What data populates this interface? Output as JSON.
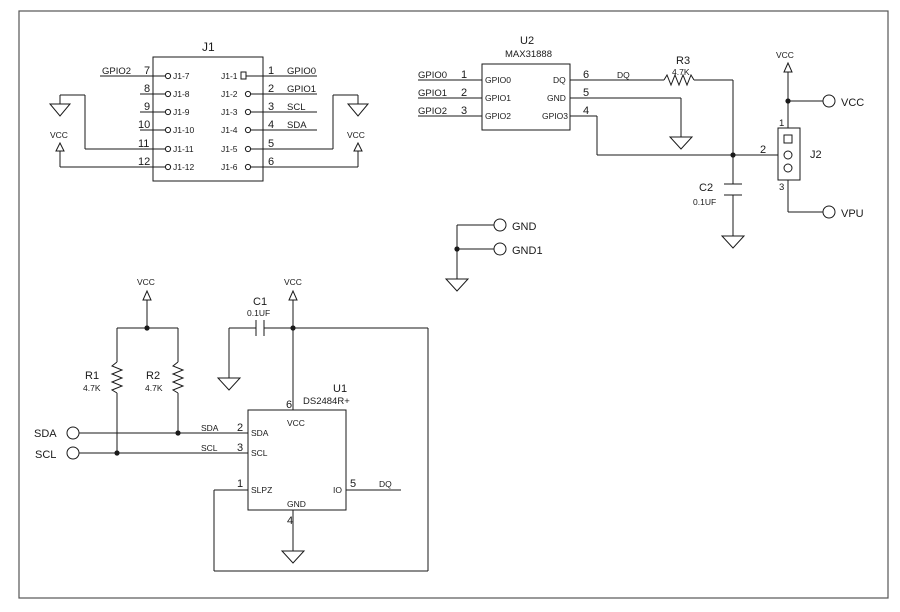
{
  "j1": {
    "ref": "J1",
    "left_pins": [
      {
        "num": "7",
        "name": "J1-7",
        "net": "GPIO2"
      },
      {
        "num": "8",
        "name": "J1-8",
        "net": ""
      },
      {
        "num": "9",
        "name": "J1-9",
        "net": ""
      },
      {
        "num": "10",
        "name": "J1-10",
        "net": ""
      },
      {
        "num": "11",
        "name": "J1-11",
        "net": ""
      },
      {
        "num": "12",
        "name": "J1-12",
        "net": ""
      }
    ],
    "right_pins": [
      {
        "num": "1",
        "name": "J1-1",
        "net": "GPIO0"
      },
      {
        "num": "2",
        "name": "J1-2",
        "net": "GPIO1"
      },
      {
        "num": "3",
        "name": "J1-3",
        "net": "SCL"
      },
      {
        "num": "4",
        "name": "J1-4",
        "net": "SDA"
      },
      {
        "num": "5",
        "name": "J1-5",
        "net": ""
      },
      {
        "num": "6",
        "name": "J1-6",
        "net": ""
      }
    ],
    "vcc_left": "VCC",
    "vcc_right": "VCC"
  },
  "u2": {
    "ref": "U2",
    "part": "MAX31888",
    "left_pins": [
      {
        "num": "1",
        "name": "GPIO0",
        "net": "GPIO0"
      },
      {
        "num": "2",
        "name": "GPIO1",
        "net": "GPIO1"
      },
      {
        "num": "3",
        "name": "GPIO2",
        "net": "GPIO2"
      }
    ],
    "right_pins": [
      {
        "num": "6",
        "name": "DQ",
        "net": "DQ"
      },
      {
        "num": "5",
        "name": "GND"
      },
      {
        "num": "4",
        "name": "GPIO3"
      }
    ]
  },
  "r3": {
    "ref": "R3",
    "value": "4.7K"
  },
  "c2": {
    "ref": "C2",
    "value": "0.1UF"
  },
  "j2": {
    "ref": "J2",
    "pin1": "1",
    "pin2": "2",
    "pin3": "3",
    "vcc_label": "VCC",
    "vcc_net": "VCC",
    "vpu_net": "VPU"
  },
  "gnd_ports": {
    "gnd": "GND",
    "gnd1": "GND1"
  },
  "r1": {
    "ref": "R1",
    "value": "4.7K"
  },
  "r2": {
    "ref": "R2",
    "value": "4.7K"
  },
  "pullup_vcc": "VCC",
  "c1": {
    "ref": "C1",
    "value": "0.1UF"
  },
  "u1_vcc": "VCC",
  "u1": {
    "ref": "U1",
    "part": "DS2484R+",
    "pin_vcc_num": "6",
    "pin_vcc": "VCC",
    "pin_sda_num": "2",
    "pin_sda": "SDA",
    "pin_scl_num": "3",
    "pin_scl": "SCL",
    "pin_slpz_num": "1",
    "pin_slpz": "SLPZ",
    "pin_io_num": "5",
    "pin_io": "IO",
    "pin_gnd_num": "4",
    "pin_gnd": "GND",
    "net_sda": "SDA",
    "net_scl": "SCL",
    "net_dq": "DQ"
  },
  "ports": {
    "sda": "SDA",
    "scl": "SCL"
  }
}
